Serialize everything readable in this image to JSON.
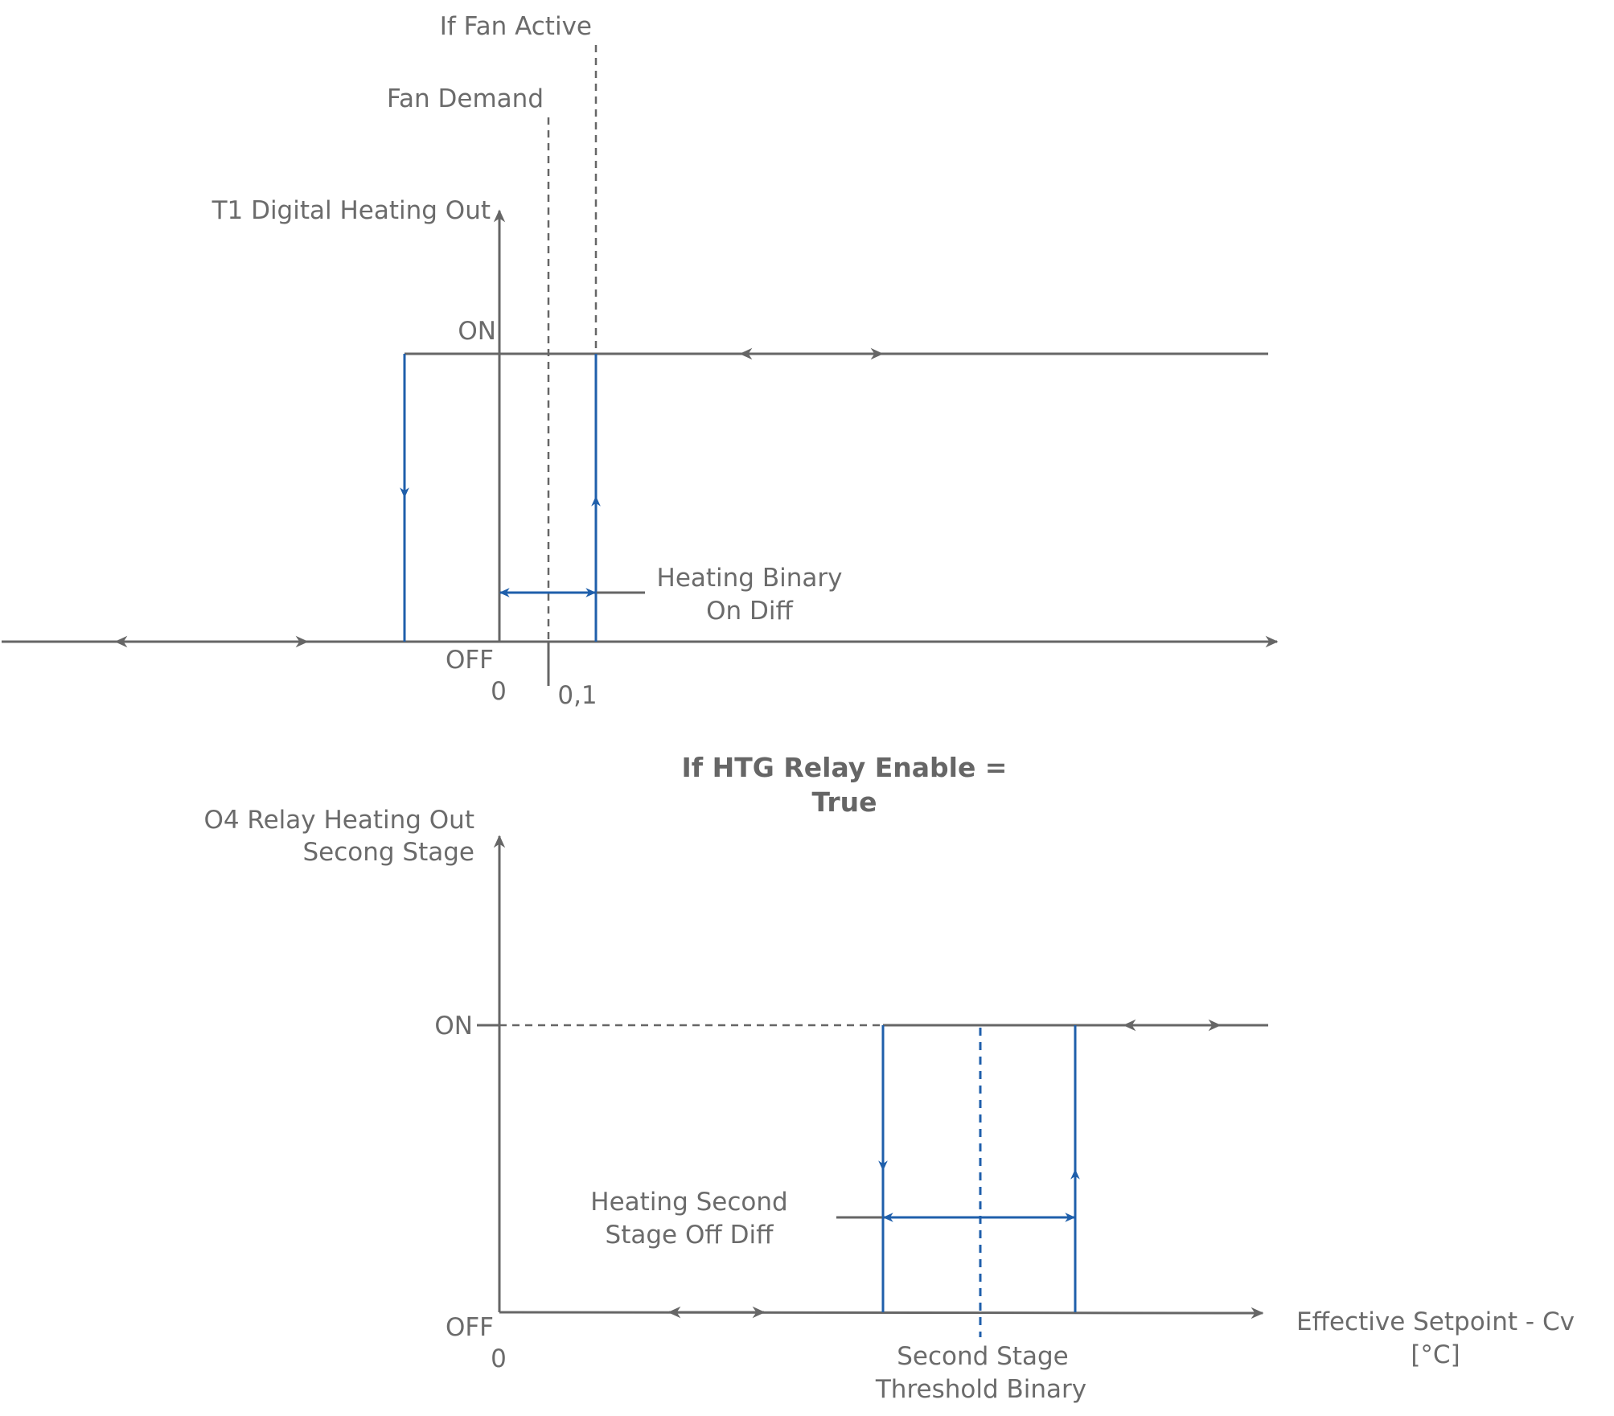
{
  "top": {
    "y_axis_label": "T1 Digital Heating Out",
    "on_label": "ON",
    "off_label": "OFF",
    "zero_label": "0",
    "tick_label": "0,1",
    "fan_demand_label": "Fan Demand",
    "fan_active_label": "If Fan Active",
    "on_diff_label_line1": "Heating Binary",
    "on_diff_label_line2": "On Diff"
  },
  "condition_line1": "If HTG Relay Enable =",
  "condition_line2": "True",
  "bottom": {
    "y_axis_label_line1": "O4 Relay Heating Out",
    "y_axis_label_line2": "Secong Stage",
    "on_label": "ON",
    "off_label": "OFF",
    "zero_label": "0",
    "off_diff_label_line1": "Heating Second",
    "off_diff_label_line2": "Stage Off Diff",
    "threshold_label_line1": "Second Stage",
    "threshold_label_line2": "Threshold Binary",
    "x_axis_label_line1": "Effective Setpoint - Cv",
    "x_axis_label_line2": "[°C]"
  },
  "colors": {
    "axis": "#666666",
    "hysteresis": "#1f5fab",
    "text": "#6b6b6b"
  }
}
